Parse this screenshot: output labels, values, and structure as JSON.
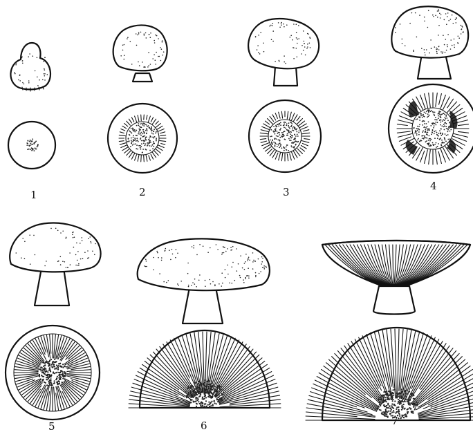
{
  "stages": [
    {
      "label": "1"
    },
    {
      "label": "2"
    },
    {
      "label": "3"
    },
    {
      "label": "4"
    },
    {
      "label": "5"
    },
    {
      "label": "6"
    },
    {
      "label": "7"
    }
  ],
  "colors": {
    "ink": "#111111",
    "paper": "#ffffff"
  }
}
